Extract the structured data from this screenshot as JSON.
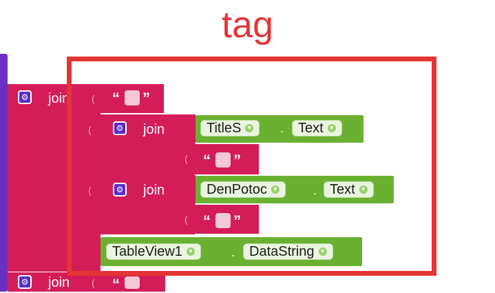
{
  "annotation": {
    "title": "tag",
    "color": "#e53435"
  },
  "blocks": {
    "join_label": "join",
    "gear_symbol": "⚙",
    "quote_open": "“",
    "quote_close": "”",
    "dot": ".",
    "dropdown_arrow": "▼",
    "rows": {
      "title_component": "TitleS",
      "title_property": "Text",
      "den_component": "DenPotoc",
      "den_property": "Text",
      "table_component": "TableView1",
      "table_property": "DataString"
    }
  },
  "colors": {
    "text_block": "#d41c58",
    "component_block": "#6ab131",
    "control_block": "#6a2fc2",
    "mutator": "#5b2bc8"
  }
}
